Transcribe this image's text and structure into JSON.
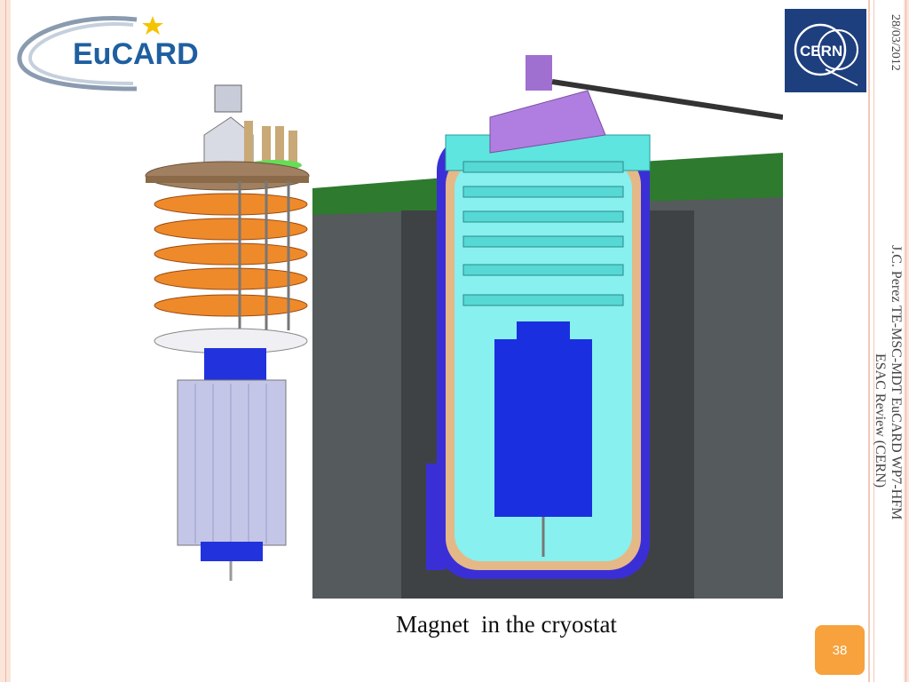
{
  "header": {
    "date": "28/03/2012",
    "eucard_logo_text": "EuCARD",
    "cern_logo_text": "CERN"
  },
  "sidebar": {
    "line1": "J.C. Perez TE-MSC-MDT      EuCARD  WP7-HFM",
    "line2": "ESAC Review (CERN)"
  },
  "figure": {
    "caption": "Magnet  in the cryostat"
  },
  "footer": {
    "page_number": "38"
  },
  "colors": {
    "accent_orange": "#f7a23c",
    "cern_blue": "#1e3f7e",
    "stripe_pink": "#f3c8b8"
  }
}
